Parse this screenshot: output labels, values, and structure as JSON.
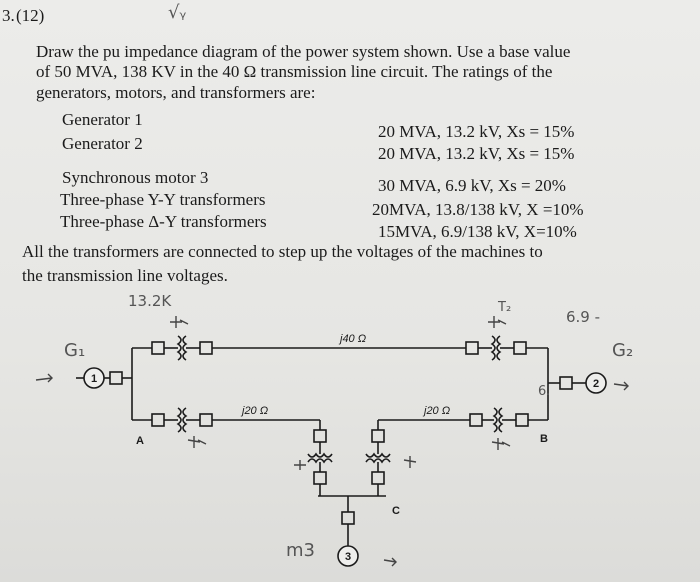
{
  "problem": {
    "number": "3.",
    "points": "(12)",
    "intro_line1": "Draw the pu impedance diagram of the power system shown. Use a base value",
    "intro_line2": "of 50 MVA, 138 KV in the 40 Ω transmission line circuit. The ratings of the",
    "intro_line3": "generators, motors, and transformers are:",
    "closing_line1": "All the transformers are connected to step up the voltages of the machines to",
    "closing_line2": "the transmission line voltages."
  },
  "ratings": [
    {
      "name": "Generator 1",
      "value": "20 MVA, 13.2 kV, Xs = 15%"
    },
    {
      "name": "Generator 2",
      "value": "20 MVA, 13.2 kV, Xs = 15%"
    },
    {
      "name": "Synchronous motor 3",
      "value": "30 MVA, 6.9 kV, Xs = 20%"
    },
    {
      "name": "Three-phase Y-Y transformers",
      "value": "20MVA, 13.8/138 kV, X =10%"
    },
    {
      "name": "Three-phase Δ-Y transformers",
      "value": "15MVA, 6.9/138 kV, X=10%"
    }
  ],
  "handwriting": {
    "mark_top": "√ᵧ",
    "note_13_2k": "13.2K",
    "note_6_9": "6.9 -",
    "note_6": "6.",
    "g1": "G₁",
    "g2": "G₂",
    "t2": "T₂",
    "m3": "m3"
  },
  "diagram": {
    "line_top": "j40 Ω",
    "line_left": "j20 Ω",
    "line_right": "j20 Ω",
    "gen1": "1",
    "gen2": "2",
    "motor3": "3",
    "bus_a": "A",
    "bus_b": "B",
    "bus_c": "C"
  }
}
